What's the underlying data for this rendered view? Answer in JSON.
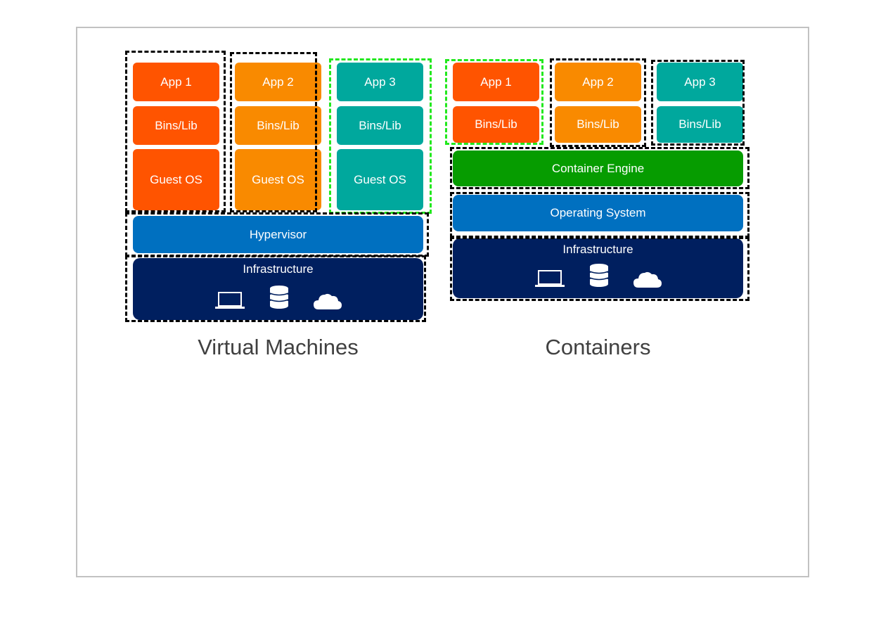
{
  "colors": {
    "app1": "#ff5400",
    "app2": "#f98a00",
    "app3": "#00a89d",
    "hypervisor": "#0070c0",
    "infrastructure": "#001f5f",
    "container_engine": "#069c00",
    "operating_system": "#0070c0",
    "dashed_highlight": "#22e81e"
  },
  "vm": {
    "stacks": [
      {
        "app": "App 1",
        "bins": "Bins/Lib",
        "os": "Guest OS"
      },
      {
        "app": "App 2",
        "bins": "Bins/Lib",
        "os": "Guest OS"
      },
      {
        "app": "App 3",
        "bins": "Bins/Lib",
        "os": "Guest OS"
      }
    ],
    "hypervisor": "Hypervisor",
    "infrastructure": "Infrastructure",
    "caption": "Virtual Machines"
  },
  "containers": {
    "stacks": [
      {
        "app": "App 1",
        "bins": "Bins/Lib"
      },
      {
        "app": "App 2",
        "bins": "Bins/Lib"
      },
      {
        "app": "App 3",
        "bins": "Bins/Lib"
      }
    ],
    "engine": "Container Engine",
    "os": "Operating System",
    "infrastructure": "Infrastructure",
    "caption": "Containers"
  },
  "icons": [
    "laptop-icon",
    "database-icon",
    "cloud-icon"
  ]
}
